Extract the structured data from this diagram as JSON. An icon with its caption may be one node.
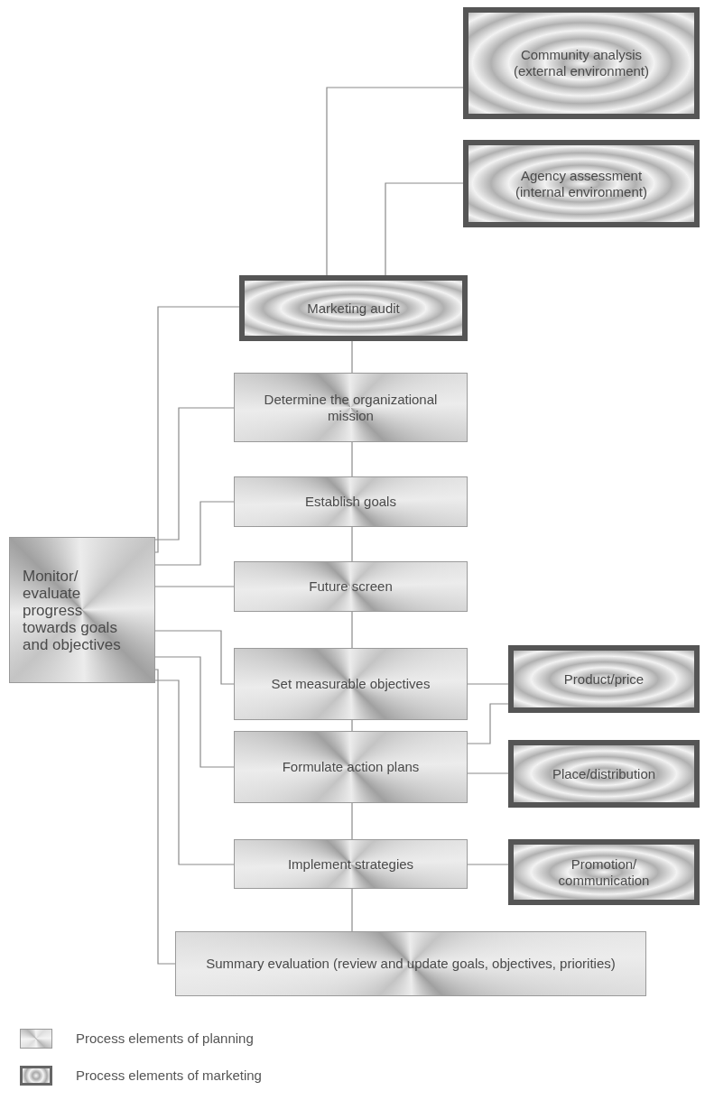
{
  "diagram": {
    "nodes": [
      {
        "text": [
          "Community analysis (external environment)"
        ]
      },
      {
        "text": [
          "Agency assessment (internal environment)"
        ]
      },
      {
        "text": [
          "Marketing audit"
        ]
      },
      {
        "text": [
          "Determine the organizational mission"
        ]
      },
      {
        "text": [
          "Establish goals"
        ]
      },
      {
        "text": [
          "Future screen"
        ]
      },
      {
        "text": [
          "Set measurable objectives"
        ]
      },
      {
        "text": [
          "Product/price"
        ]
      },
      {
        "text": [
          "Formulate action plans"
        ]
      },
      {
        "text": [
          "Place/distribution"
        ]
      },
      {
        "text": [
          "Implement strategies"
        ]
      },
      {
        "text": [
          "Promotion/ communication"
        ]
      },
      {
        "text": [
          "Monitor/ evaluate progress towards goals and objectives"
        ]
      },
      {
        "text": [
          "Summary evaluation (review and update goals, objectives, priorities)"
        ]
      }
    ],
    "edges": [
      {
        "from": 0,
        "to": 2,
        "arrow": "none"
      },
      {
        "from": 1,
        "to": 2,
        "arrow": "none"
      },
      {
        "from": 2,
        "to": 3,
        "arrow": "none"
      },
      {
        "from": 3,
        "to": 4,
        "arrow": "none"
      },
      {
        "from": 4,
        "to": 5,
        "arrow": "none"
      },
      {
        "from": 5,
        "to": 6,
        "arrow": "none"
      },
      {
        "from": 6,
        "to": 8,
        "arrow": "none"
      },
      {
        "from": 8,
        "to": 10,
        "arrow": "none"
      },
      {
        "from": 10,
        "to": 13,
        "arrow": "none"
      },
      {
        "from": 6,
        "to": 7,
        "arrow": "none"
      },
      {
        "from": 8,
        "to": 7,
        "arrow": "none"
      },
      {
        "from": 8,
        "to": 9,
        "arrow": "none"
      },
      {
        "from": 10,
        "to": 11,
        "arrow": "none"
      },
      {
        "from": 12,
        "to": 2,
        "arrow": "none"
      },
      {
        "from": 12,
        "to": 3,
        "arrow": "none"
      },
      {
        "from": 12,
        "to": 4,
        "arrow": "none"
      },
      {
        "from": 12,
        "to": 5,
        "arrow": "none"
      },
      {
        "from": 12,
        "to": 6,
        "arrow": "none"
      },
      {
        "from": 12,
        "to": 8,
        "arrow": "none"
      },
      {
        "from": 12,
        "to": 10,
        "arrow": "none"
      },
      {
        "from": 12,
        "to": 13,
        "arrow": "none"
      }
    ],
    "legend": [
      {
        "text": "Process elements of planning"
      },
      {
        "text": "Process elements of marketing"
      }
    ]
  }
}
